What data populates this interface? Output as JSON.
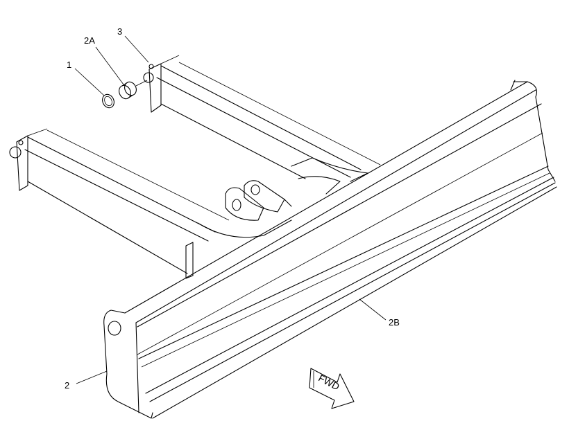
{
  "callouts": {
    "c1": "1",
    "c2A": "2A",
    "c3": "3",
    "c2": "2",
    "c2B": "2B"
  },
  "direction_arrow": {
    "label": "FWD"
  },
  "colors": {
    "line": "#000000",
    "background": "#ffffff"
  }
}
